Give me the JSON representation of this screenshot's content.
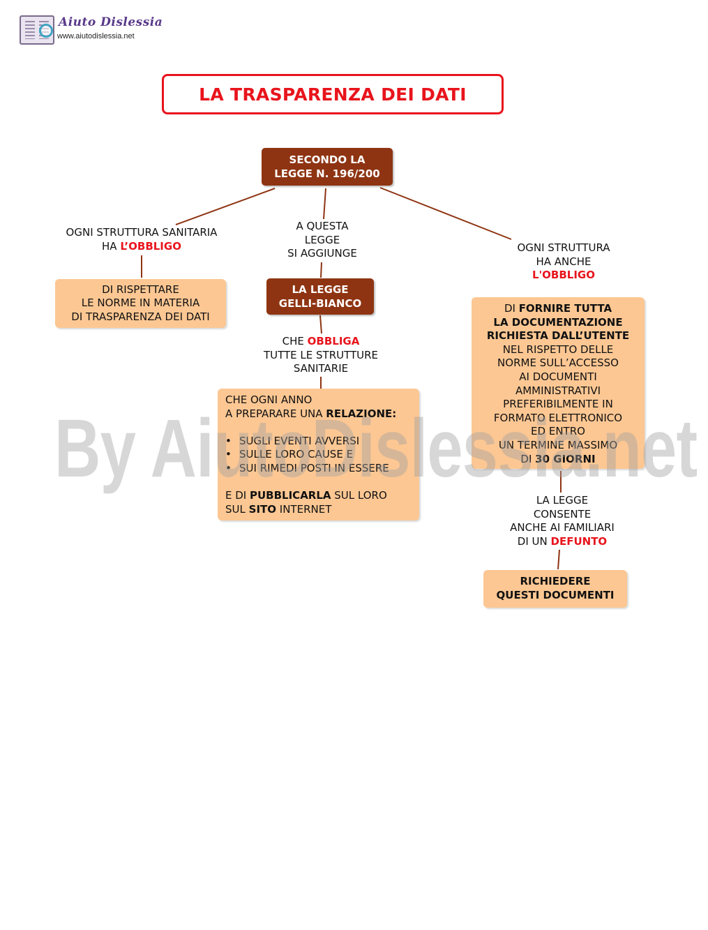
{
  "header": {
    "logo_name": "Aiuto Dislessia",
    "logo_url": "www.aiutodislessia.net"
  },
  "title": "LA TRASPARENZA DEI DATI",
  "root": {
    "line1": "SECONDO LA",
    "line2": "LEGGE N. 196/200"
  },
  "left": {
    "label_line1": "OGNI STRUTTURA SANITARIA",
    "label_line2_a": "HA ",
    "label_line2_b": "L’OBBLIGO",
    "box": [
      "DI RISPETTARE",
      "LE NORME IN MATERIA",
      "DI TRASPARENZA DEI DATI"
    ]
  },
  "middle": {
    "label": [
      "A QUESTA",
      "LEGGE",
      "SI AGGIUNGE"
    ],
    "node_line1": "LA LEGGE",
    "node_line2": "GELLI-BIANCO",
    "label2_line1_a": "CHE ",
    "label2_line1_b": "OBBLIGA",
    "label2_line2": "TUTTE LE STRUTTURE",
    "label2_line3": "SANITARIE",
    "box": {
      "line1": "CHE OGNI ANNO",
      "line2_a": "A PREPARARE UNA ",
      "line2_b": "RELAZIONE:",
      "bullets": [
        "SUGLI EVENTI AVVERSI",
        "SULLE LORO CAUSE E",
        "SUI RIMEDI POSTI IN ESSERE"
      ],
      "bullet_symbol": "•",
      "end_line1_a": "E DI ",
      "end_line1_b": "PUBBLICARLA",
      "end_line1_c": " SUL LORO",
      "end_line2_a": "SUL ",
      "end_line2_b": "SITO",
      "end_line2_c": " INTERNET"
    }
  },
  "right": {
    "label_line1": "OGNI STRUTTURA",
    "label_line2": "HA ANCHE",
    "label_line3": "L'OBBLIGO",
    "box": {
      "line1_a": "DI ",
      "line1_b": "FORNIRE TUTTA",
      "line2": "LA DOCUMENTAZIONE",
      "line3": "RICHIESTA DALL’UTENTE",
      "plain": [
        "NEL RISPETTO DELLE",
        "NORME SULL’ACCESSO",
        "AI DOCUMENTI",
        "AMMINISTRATIVI",
        "PREFERIBILMENTE IN",
        "FORMATO ELETTRONICO",
        "ED ENTRO",
        "UN TERMINE MASSIMO"
      ],
      "last_a": "DI ",
      "last_b": "30 GIORNI"
    },
    "label2": [
      "LA LEGGE",
      "CONSENTE",
      "ANCHE AI FAMILIARI"
    ],
    "label2_last_a": "DI UN ",
    "label2_last_b": "DEFUNTO",
    "final_box": [
      "RICHIEDERE",
      "QUESTI DOCUMENTI"
    ]
  },
  "watermark": "By AiutoDislessia.net",
  "colors": {
    "accent_red": "#e8141c",
    "node_brown": "#8e3412",
    "box_peach": "#fcc793",
    "connector": "#8e3412"
  }
}
